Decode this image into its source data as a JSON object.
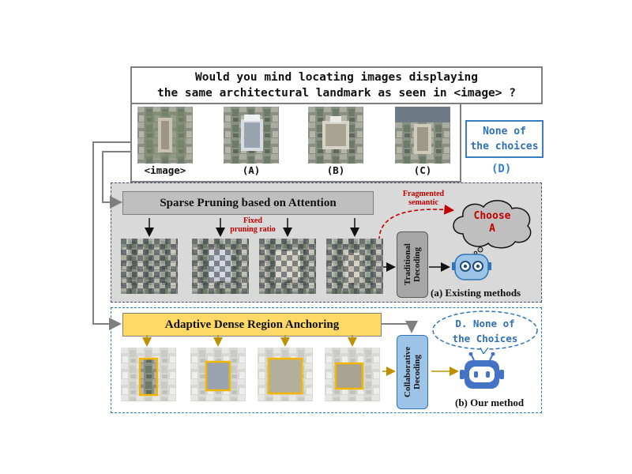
{
  "question": {
    "line1": "Would you mind locating images displaying",
    "line2": "the same architectural landmark as seen in <image> ?"
  },
  "choices": [
    {
      "label": "<image>"
    },
    {
      "label": "(A)"
    },
    {
      "label": "(B)"
    },
    {
      "label": "(C)"
    }
  ],
  "none_option": {
    "line1": "None of",
    "line2": "the choices",
    "label": "(D)"
  },
  "existing": {
    "box_title": "Sparse Pruning based on Attention",
    "fixed_ratio_line1": "Fixed",
    "fixed_ratio_line2": "pruning ratio",
    "fragmented_line1": "Fragmented",
    "fragmented_line2": "semantic",
    "decoder_label": "Traditional Decoding",
    "answer_line1": "Choose",
    "answer_line2": "A",
    "caption": "(a) Existing methods"
  },
  "ours": {
    "box_title": "Adaptive Dense Region Anchoring",
    "decoder_label": "Collaborative Decoding",
    "answer_line1": "D. None of",
    "answer_line2": "the Choices",
    "caption": "(b) Our method"
  },
  "colors": {
    "existing_panel": "#d9d9d9",
    "ours_border": "#2e75b6",
    "adaptive_fill": "#ffd966",
    "collab_fill": "#9dc3e6",
    "red_text": "#c00000",
    "blue_text": "#2f6fb4",
    "arrow_gold": "#bf9000"
  }
}
